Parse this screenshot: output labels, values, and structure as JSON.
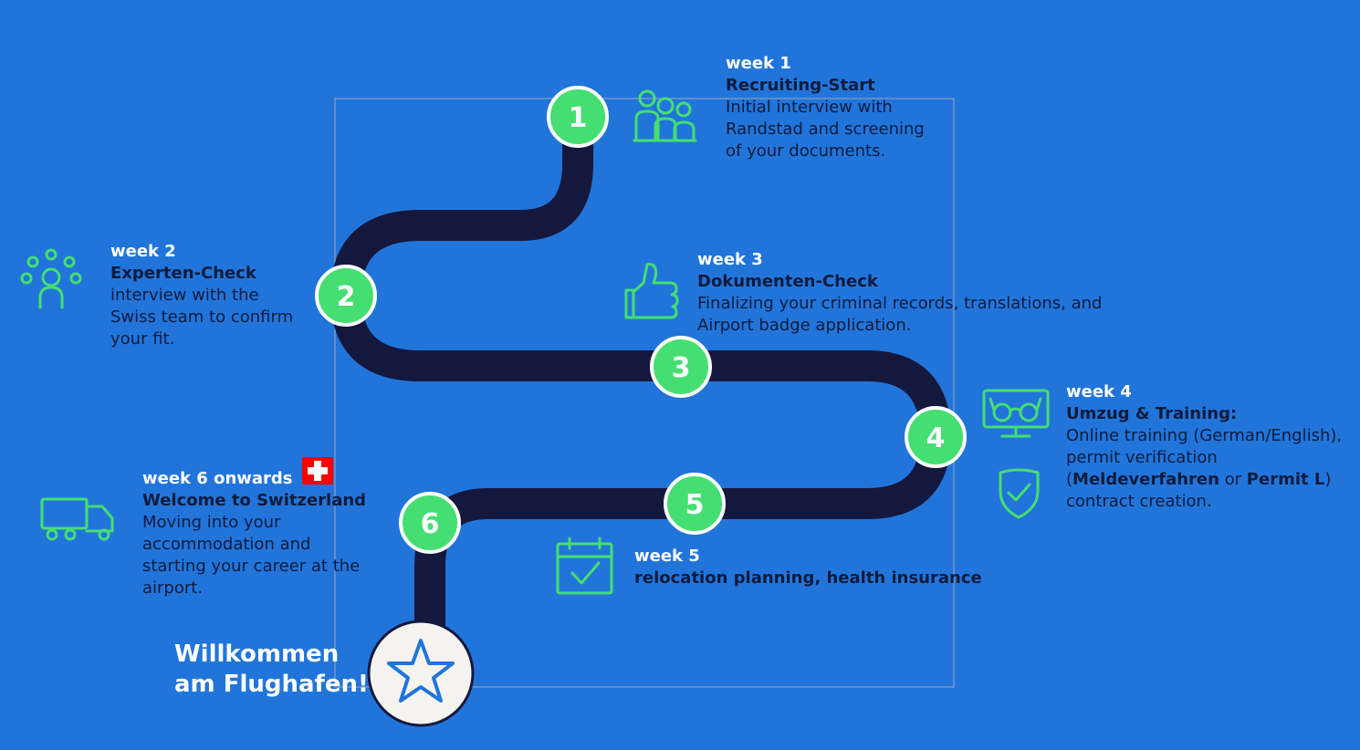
{
  "colors": {
    "background": "#2175da",
    "path": "#15183d",
    "marker_fill": "#45de72",
    "marker_stroke": "#ffffff",
    "icon": "#45de72",
    "text_dark": "#0f1b3d",
    "text_light": "#ffffff"
  },
  "markers": [
    "1",
    "2",
    "3",
    "4",
    "5",
    "6"
  ],
  "steps": [
    {
      "week": "week 1",
      "title": "Recruiting-Start",
      "desc": "Initial interview with Randstad and screening of your documents.",
      "icon": "people-group-icon"
    },
    {
      "week": "week 2",
      "title": "Experten-Check",
      "desc": "interview with the Swiss team to confirm your fit.",
      "icon": "team-network-icon"
    },
    {
      "week": "week 3",
      "title": "Dokumenten-Check",
      "desc": "Finalizing your criminal records, translations, and Airport badge application.",
      "icon": "thumbs-up-icon"
    },
    {
      "week": "week 4",
      "title": "Umzug & Training:",
      "desc_1": "Online training (German/English), permit verification",
      "desc_2a": "(",
      "desc_2b": "Meldeverfahren",
      "desc_2c": " or ",
      "desc_2d": "Permit L",
      "desc_2e": ")",
      "desc_3": "contract creation.",
      "icon": "monitor-glasses-icon",
      "icon_2": "shield-check-icon"
    },
    {
      "week": "week 5",
      "title": "relocation planning, health insurance",
      "icon": "calendar-check-icon"
    },
    {
      "week": "week 6 onwards",
      "title": "Welcome to Switzerland",
      "desc": "Moving into your accommodation and starting your career at the airport.",
      "icon": "truck-icon",
      "flag": "swiss-flag-icon"
    }
  ],
  "welcome": {
    "line_1": "Willkommen",
    "line_2": "am Flughafen!"
  },
  "end_icon": "star-icon"
}
